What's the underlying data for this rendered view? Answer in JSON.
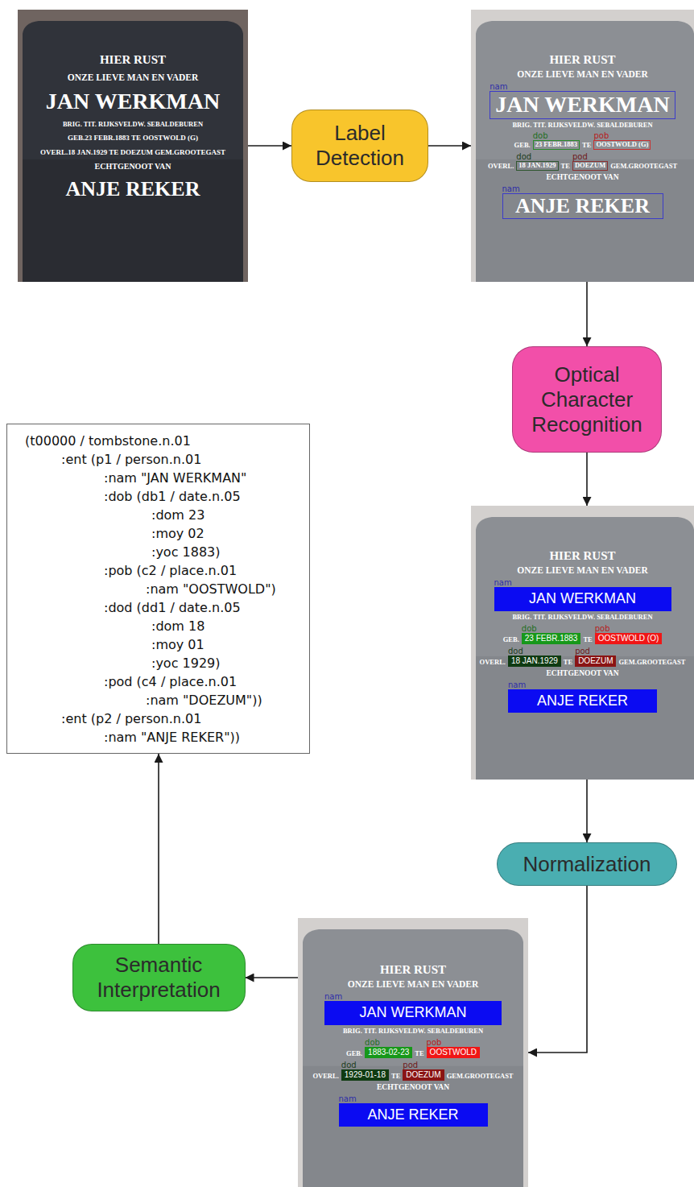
{
  "diagram": {
    "nodes": [
      {
        "text": [
          "HIER RUST",
          "ONZE LIEVE MAN EN VADER",
          "JAN WERKMAN",
          "BRIG. TIT. RIJKSVELDW. SEBALDEBUREN",
          "GEB.23 FEBR.1883 TE OOSTWOLD (G)",
          "OVERL.18 JAN.1929 TE DOEZUM GEM.GROOTEGAST",
          "ECHTGENOOT VAN",
          "ANJE REKER"
        ]
      },
      {
        "text": [
          "Label Detection"
        ]
      },
      {
        "text": [
          "HIER RUST",
          "ONZE LIEVE MAN EN VADER",
          "BRIG. TIT. RIJKSVELDW. SEBALDEBUREN",
          "GEB.",
          "TE",
          "OVERL.",
          "TE",
          "GEM.GROOTEGAST",
          "ECHTGENOOT VAN"
        ]
      },
      {
        "text": [
          "nam",
          "JAN WERKMAN"
        ],
        "in": 2
      },
      {
        "text": [
          "dob",
          "23 FEBR.1883"
        ],
        "in": 2
      },
      {
        "text": [
          "pob",
          "OOSTWOLD (G)"
        ],
        "in": 2
      },
      {
        "text": [
          "dod",
          "18 JAN.1929"
        ],
        "in": 2
      },
      {
        "text": [
          "pod",
          "DOEZUM"
        ],
        "in": 2
      },
      {
        "text": [
          "nam",
          "ANJE REKER"
        ],
        "in": 2
      },
      {
        "text": [
          "Optical Character Recognition"
        ]
      },
      {
        "text": [
          "HIER RUST",
          "ONZE LIEVE MAN EN VADER",
          "BRIG. TIT. RIJKSVELDW. SEBALDEBUREN",
          "GEB.",
          "TE",
          "OVERL.",
          "TE",
          "GEM.GROOTEGAST",
          "ECHTGENOOT VAN"
        ]
      },
      {
        "text": [
          "nam",
          "JAN WERKMAN"
        ],
        "in": 10
      },
      {
        "text": [
          "dob",
          "23 FEBR.1883"
        ],
        "in": 10
      },
      {
        "text": [
          "pob",
          "OOSTWOLD (O)"
        ],
        "in": 10
      },
      {
        "text": [
          "dod",
          "18 JAN.1929"
        ],
        "in": 10
      },
      {
        "text": [
          "pod",
          "DOEZUM"
        ],
        "in": 10
      },
      {
        "text": [
          "nam",
          "ANJE REKER"
        ],
        "in": 10
      },
      {
        "text": [
          "Normalization"
        ]
      },
      {
        "text": [
          "HIER RUST",
          "ONZE LIEVE MAN EN VADER",
          "BRIG. TIT. RIJKSVELDW. SEBALDEBUREN",
          "GEB.",
          "TE",
          "OVERL.",
          "TE",
          "GEM.GROOTEGAST",
          "ECHTGENOOT VAN"
        ]
      },
      {
        "text": [
          "nam",
          "JAN WERKMAN"
        ],
        "in": 18
      },
      {
        "text": [
          "dob",
          "1883-02-23"
        ],
        "in": 18
      },
      {
        "text": [
          "pob",
          "OOSTWOLD"
        ],
        "in": 18
      },
      {
        "text": [
          "dod",
          "1929-01-18"
        ],
        "in": 18
      },
      {
        "text": [
          "pod",
          "DOEZUM"
        ],
        "in": 18
      },
      {
        "text": [
          "nam",
          "ANJE REKER"
        ],
        "in": 18
      },
      {
        "text": [
          "Semantic Interpretation"
        ]
      },
      {
        "text": [
          "(t00000 / tombstone.n.01",
          ":ent (p1 / person.n.01",
          ":nam \"JAN WERKMAN\"",
          ":dob (db1 / date.n.05",
          ":dom 23",
          ":moy 02",
          ":yoc 1883)",
          ":pob (c2 / place.n.01",
          ":nam \"OOSTWOLD\")",
          ":dod (dd1 / date.n.05",
          ":dom 18",
          ":moy 01",
          ":yoc 1929)",
          ":pod (c4 / place.n.01",
          ":nam \"DOEZUM\"))",
          ":ent (p2 / person.n.01",
          ":nam \"ANJE REKER\"))"
        ]
      }
    ],
    "edges": [
      {
        "from": 0,
        "to": 1,
        "arrow": "to"
      },
      {
        "from": 1,
        "to": 2,
        "arrow": "to"
      },
      {
        "from": 2,
        "to": 9,
        "arrow": "to"
      },
      {
        "from": 9,
        "to": 10,
        "arrow": "to"
      },
      {
        "from": 10,
        "to": 17,
        "arrow": "to"
      },
      {
        "from": 17,
        "to": 18,
        "arrow": "to"
      },
      {
        "from": 18,
        "to": 25,
        "arrow": "to"
      },
      {
        "from": 25,
        "to": 26,
        "arrow": "to"
      }
    ]
  }
}
